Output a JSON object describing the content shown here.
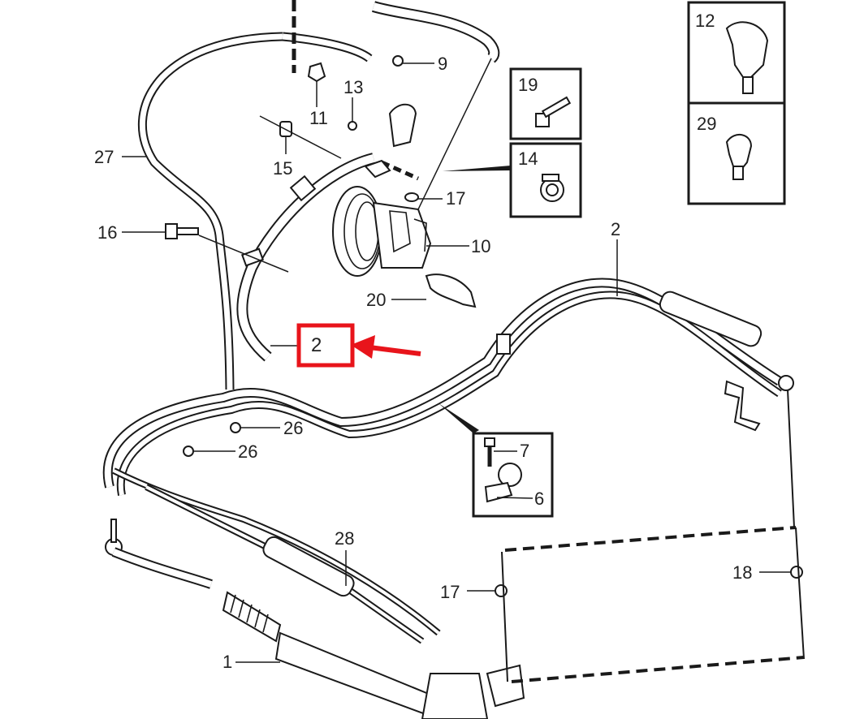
{
  "colors": {
    "highlight": "#e8141b",
    "line": "#1a1a1a",
    "background": "#ffffff"
  },
  "labels": {
    "l1": "1",
    "l2a": "2",
    "l2b": "2",
    "l6": "6",
    "l7": "7",
    "l9": "9",
    "l10": "10",
    "l11": "11",
    "l12": "12",
    "l13": "13",
    "l14": "14",
    "l15": "15",
    "l16": "16",
    "l17a": "17",
    "l17b": "17",
    "l18": "18",
    "l19": "19",
    "l20": "20",
    "l26a": "26",
    "l26b": "26",
    "l27": "27",
    "l28": "28",
    "l29": "29"
  },
  "highlight": {
    "label": "2"
  }
}
